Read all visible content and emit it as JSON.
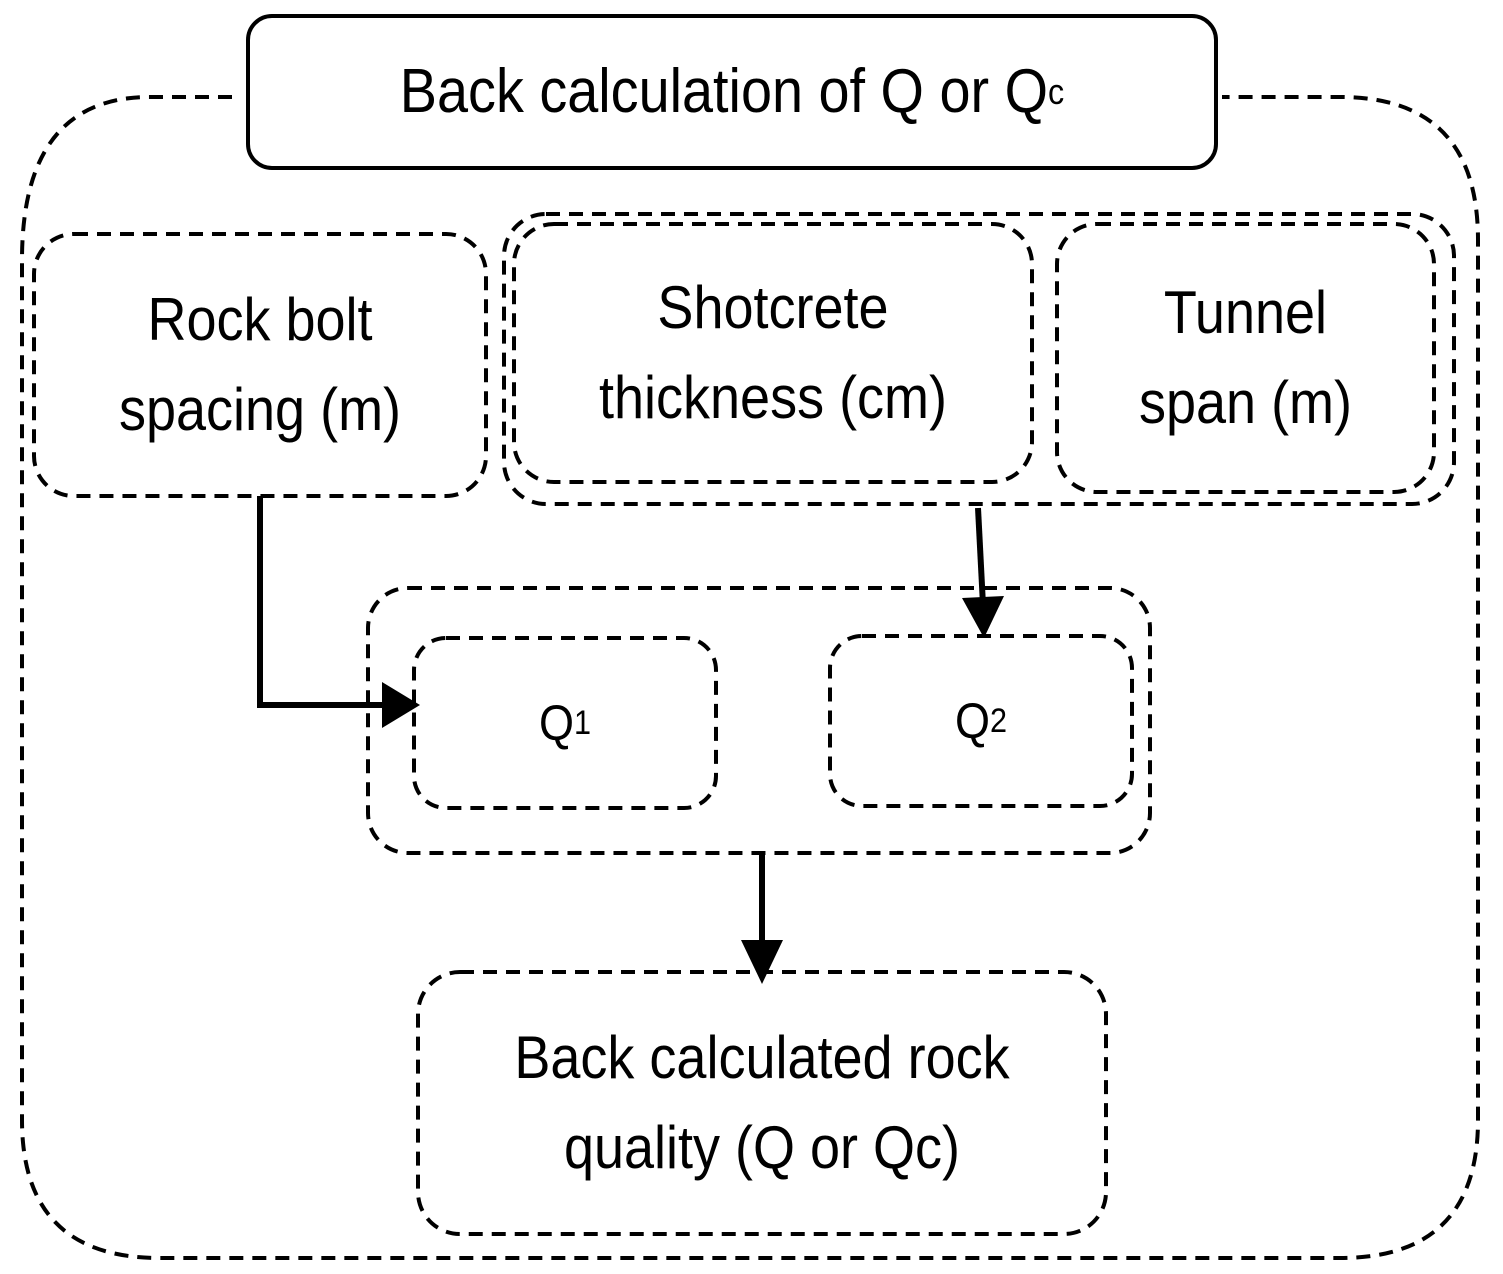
{
  "title": {
    "text": "Back calculation of Q or Q",
    "subscript": "c"
  },
  "inputs": {
    "rock_bolt": {
      "line1": "Rock bolt",
      "line2": "spacing (m)"
    },
    "shotcrete": {
      "line1": "Shotcrete",
      "line2": "thickness (cm)"
    },
    "tunnel_span": {
      "line1": "Tunnel",
      "line2": "span (m)"
    }
  },
  "intermediate": {
    "q1": {
      "text": "Q",
      "subscript": "1"
    },
    "q2": {
      "text": "Q",
      "subscript": "2"
    }
  },
  "result": {
    "line1": "Back calculated rock",
    "line2": "quality (Q or Qc)"
  },
  "colors": {
    "stroke": "#000000",
    "background": "#ffffff"
  }
}
